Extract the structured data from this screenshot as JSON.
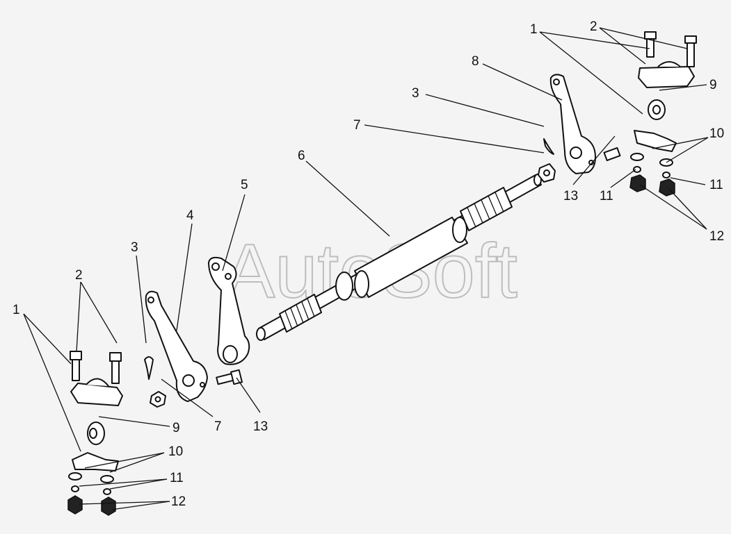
{
  "watermark": "AutoSoft",
  "callouts": {
    "r1": "1",
    "r2": "2",
    "r3": "3",
    "r7": "7",
    "r8": "8",
    "r9": "9",
    "r10": "10",
    "r11a": "11",
    "r11b": "11",
    "r12": "12",
    "r13": "13",
    "c6": "6",
    "c5": "5",
    "c4": "4",
    "c3": "3",
    "c7": "7",
    "c13": "13",
    "l1": "1",
    "l2": "2",
    "l9": "9",
    "l10": "10",
    "l11": "11",
    "l12": "12"
  }
}
